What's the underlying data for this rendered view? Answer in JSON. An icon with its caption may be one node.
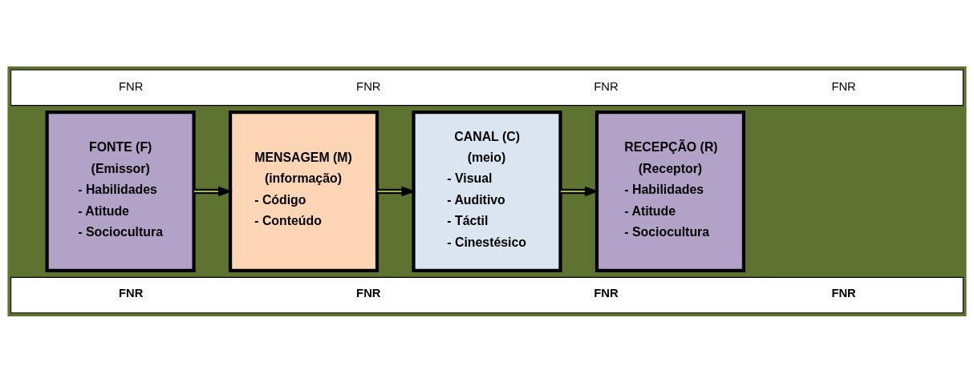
{
  "diagram": {
    "nodes": [
      {
        "text": [
          "FNR",
          "FNR",
          "FNR",
          "FNR"
        ]
      },
      {
        "text": [
          "FONTE (F)",
          "(Emissor)",
          "- Habilidades",
          "- Atitude",
          "- Sociocultura"
        ]
      },
      {
        "text": [
          "MENSAGEM (M)",
          "(informação)",
          "- Código",
          "- Conteúdo"
        ]
      },
      {
        "text": [
          "CANAL (C)",
          "(meio)",
          "- Visual",
          "- Auditivo",
          "- Táctil",
          "- Cinestésico"
        ]
      },
      {
        "text": [
          "RECEPÇÃO (R)",
          "(Receptor)",
          "- Habilidades",
          "- Atitude",
          "- Sociocultura"
        ]
      },
      {
        "text": [
          "FNR",
          "FNR",
          "FNR",
          "FNR"
        ]
      }
    ],
    "edges": [
      {
        "from": 1,
        "to": 2,
        "arrow": "to"
      },
      {
        "from": 2,
        "to": 3,
        "arrow": "to"
      },
      {
        "from": 3,
        "to": 4,
        "arrow": "to"
      }
    ]
  }
}
